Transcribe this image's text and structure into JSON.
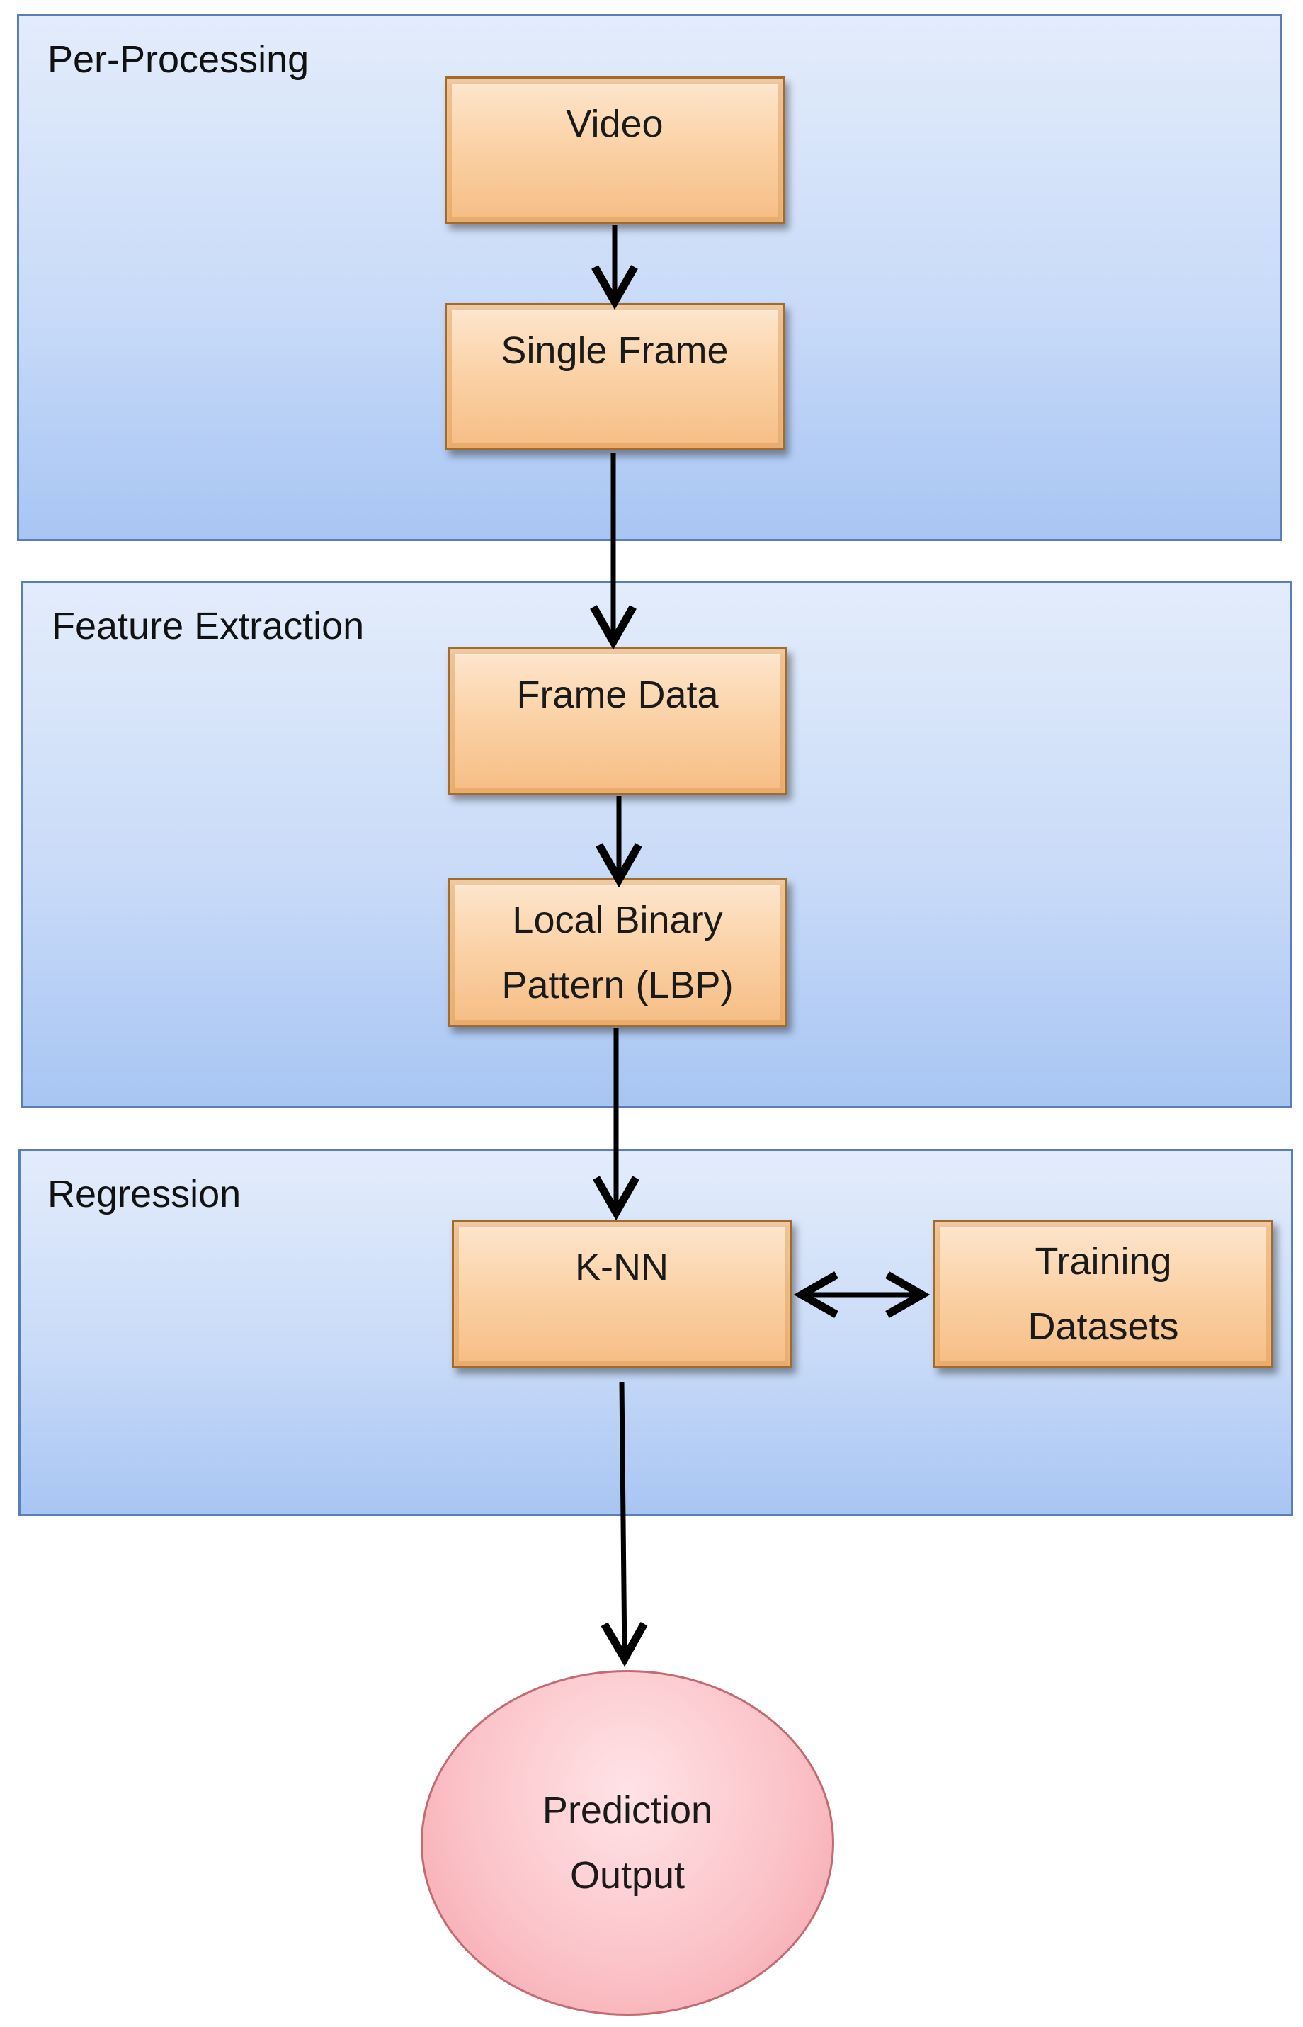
{
  "panels": [
    {
      "id": "preprocessing",
      "title": "Per-Processing"
    },
    {
      "id": "feature",
      "title": "Feature Extraction"
    },
    {
      "id": "regression",
      "title": "Regression"
    }
  ],
  "nodes": {
    "video": {
      "lines": [
        "Video"
      ]
    },
    "single_frame": {
      "lines": [
        "Single Frame"
      ]
    },
    "frame_data": {
      "lines": [
        "Frame Data"
      ]
    },
    "lbp": {
      "lines": [
        "Local Binary",
        "Pattern (LBP)"
      ]
    },
    "knn": {
      "lines": [
        "K-NN"
      ]
    },
    "training": {
      "lines": [
        "Training",
        "Datasets"
      ]
    },
    "output": {
      "lines": [
        "Prediction",
        "Output"
      ]
    }
  },
  "colors": {
    "panel_border": "#5a7fb8",
    "box_fill": "#f6bd85",
    "box_border": "#a06b2d",
    "output_fill": "#f3a0a8",
    "arrow": "#000000"
  }
}
